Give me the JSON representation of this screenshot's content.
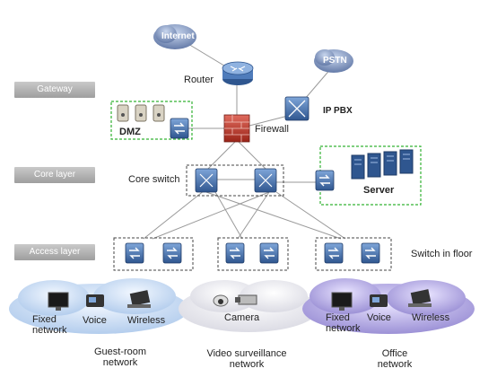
{
  "layers": [
    "Gateway",
    "Core  layer",
    "Access layer"
  ],
  "clouds": {
    "internet": "Internet",
    "pstn": "PSTN"
  },
  "devices": {
    "router": "Router",
    "firewall": "Firewall",
    "ippbx": "IP PBX",
    "dmz": "DMZ",
    "core_switch": "Core switch",
    "server": "Server",
    "switch_in_floor": "Switch in floor"
  },
  "endpoints": {
    "guest_fixed_1": "Fixed",
    "guest_fixed_2": "network",
    "guest_voice": "Voice",
    "guest_wireless": "Wireless",
    "camera": "Camera",
    "office_fixed_1": "Fixed",
    "office_fixed_2": "network",
    "office_voice": "Voice",
    "office_wireless": "Wireless"
  },
  "networks": {
    "guest_1": "Guest-room",
    "guest_2": "network",
    "video_1": "Video surveillance",
    "video_2": "network",
    "office_1": "Office",
    "office_2": "network"
  },
  "colors": {
    "switch_blue": "#3d6aa8",
    "firewall_red": "#c0392b",
    "dashed_green": "#33b233",
    "cloud_blue": "#c9dcf2",
    "cloud_purple": "#b7aee0",
    "cloud_white": "#ececf2"
  }
}
